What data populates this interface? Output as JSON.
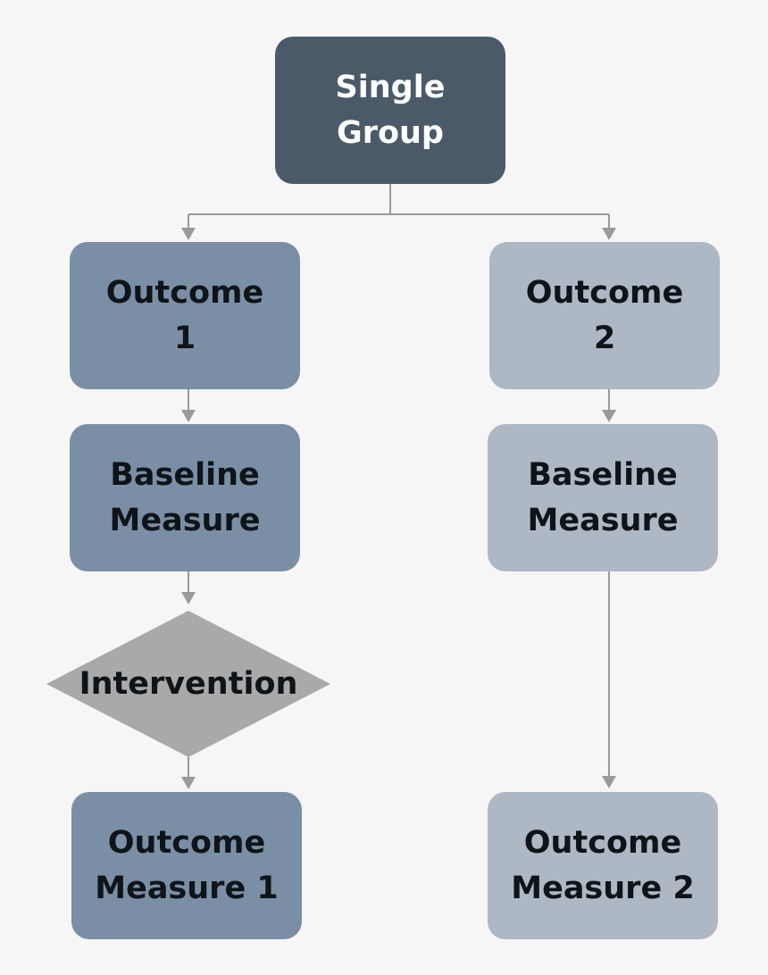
{
  "nodes": {
    "root": {
      "line1": "Single",
      "line2": "Group"
    },
    "outcome1": {
      "line1": "Outcome",
      "line2": "1"
    },
    "outcome2": {
      "line1": "Outcome",
      "line2": "2"
    },
    "baseline1": {
      "line1": "Baseline",
      "line2": "Measure"
    },
    "baseline2": {
      "line1": "Baseline",
      "line2": "Measure"
    },
    "intervention": {
      "label": "Intervention"
    },
    "measure1": {
      "line1": "Outcome",
      "line2": "Measure 1"
    },
    "measure2": {
      "line1": "Outcome",
      "line2": "Measure 2"
    }
  },
  "colors": {
    "background": "#f6f6f6",
    "root_fill": "#4b5a68",
    "left_branch_fill": "#7a8fa5",
    "right_branch_fill": "#adb8c4",
    "decision_fill": "#a9a9a9",
    "connector": "#9a9a9a"
  }
}
